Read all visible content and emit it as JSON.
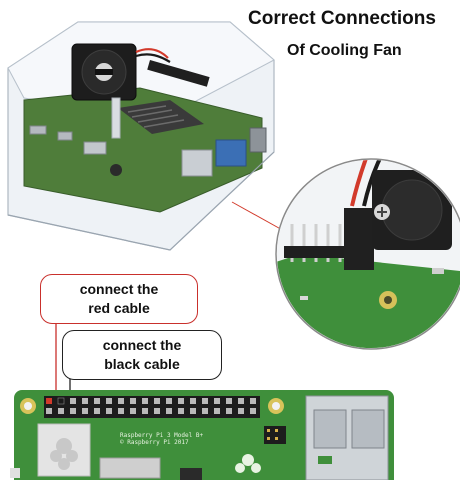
{
  "title": {
    "line1": "Correct Connections",
    "line2": "Of Cooling Fan"
  },
  "callouts": {
    "red_cable": {
      "line1": "connect the",
      "line2": "red cable"
    },
    "black_cable": {
      "line1": "connect the",
      "line2": "black cable"
    }
  },
  "board_print": {
    "line1": "Raspberry Pi 3 Model B+",
    "line2": "© Raspberry Pi 2017"
  },
  "colors": {
    "pcb_green": "#3f8f3b",
    "red_cable": "#d23a2b",
    "black_cable": "#1a1a1a",
    "callout_red": "#c9302c",
    "callout_dark": "#222222"
  }
}
